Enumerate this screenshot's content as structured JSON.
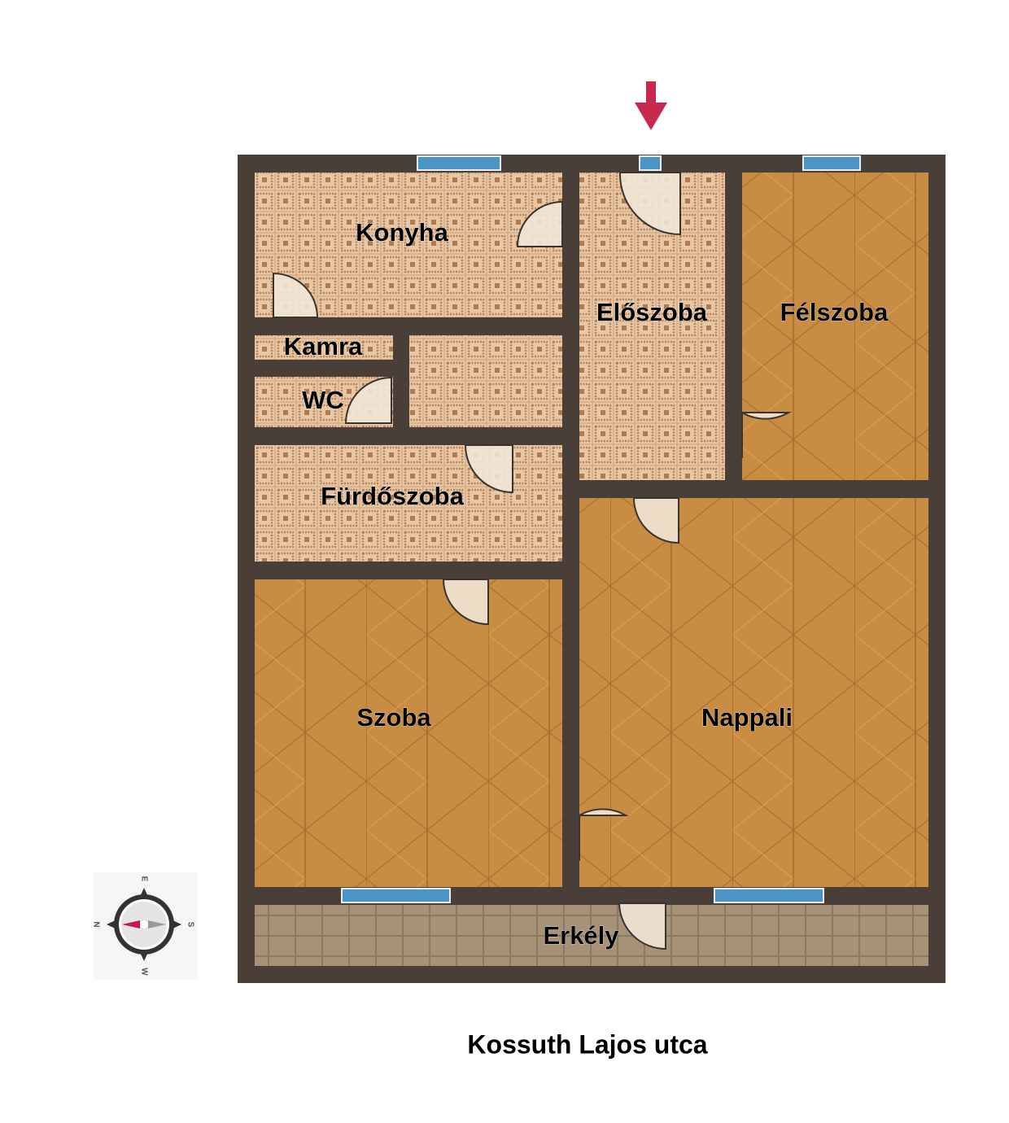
{
  "plan": {
    "rooms": {
      "konyha": "Konyha",
      "kamra": "Kamra",
      "wc": "WC",
      "furdoszoba": "Fürdőszoba",
      "szoba": "Szoba",
      "eloszoba": "Előszoba",
      "felszoba": "Félszoba",
      "nappali": "Nappali",
      "erkely": "Erkély"
    },
    "street": "Kossuth Lajos utca",
    "entrance_arrow_color": "#c8294f",
    "wall_color": "#4a3f38",
    "window_color": "#4b95c6"
  },
  "compass": {
    "n": "N",
    "e": "E",
    "s": "S",
    "w": "W",
    "needle_color": "#c8174a"
  }
}
